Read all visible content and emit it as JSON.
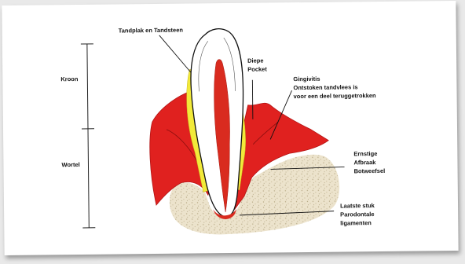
{
  "labels": {
    "kroon": "Kroon",
    "wortel": "Wortel",
    "tandplak": "Tandplak en Tandsteen",
    "pocket_line1": "Diepe",
    "pocket_line2": "Pocket",
    "gingivitis_line1": "Gingivitis",
    "gingivitis_line2": "Ontstoken tandvlees is",
    "gingivitis_line3": "voor een deel teruggetrokken",
    "afbraak_line1": "Ernstige",
    "afbraak_line2": "Afbraak",
    "afbraak_line3": "Botweefsel",
    "laatste_line1": "Laatste stuk",
    "laatste_line2": "Parodontale",
    "laatste_line3": "ligamenten"
  },
  "colors": {
    "gum": "#e0211f",
    "gum_dark": "#b31414",
    "plaque": "#f2ea3a",
    "bone": "#ece3cc",
    "bone_dots": "#b9ab88",
    "tooth": "#ffffff",
    "pulp": "#d92b1f"
  }
}
